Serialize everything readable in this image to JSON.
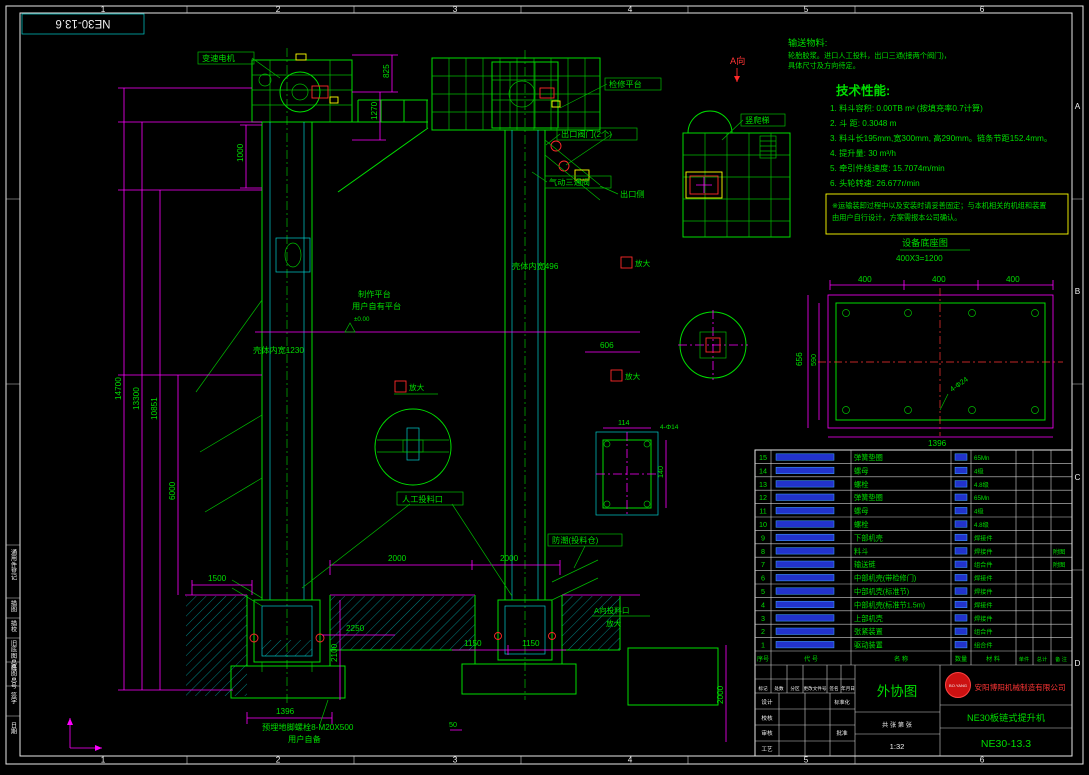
{
  "colors": {
    "bg": "#000000",
    "green": "#00dd00",
    "cyan": "#00cccc",
    "magenta": "#ff00ff",
    "red": "#ff2a2a",
    "yellow": "#ffff00",
    "white": "#f0f0f0",
    "blue_box": "#2233cc"
  },
  "frame": {
    "corner_code": "NE30-13.6",
    "top_numbers": [
      "1",
      "2",
      "3",
      "4",
      "5",
      "6"
    ],
    "bottom_numbers": [
      "1",
      "2",
      "3",
      "4",
      "5",
      "6"
    ],
    "right_letters": [
      "A",
      "B",
      "C",
      "D"
    ],
    "margin_blocks": [
      "通用件登记",
      "描图",
      "描校",
      "旧底图总号",
      "底图总号",
      "签字",
      "日期"
    ]
  },
  "material_note": {
    "title": "输送物料:",
    "line1": "轮胎胶浆。进口人工投料，出口三通(接两个阀门)，",
    "line2": "具体尺寸及方向待定。"
  },
  "specs": {
    "title": "技术性能:",
    "items": [
      "1. 料斗容积:  0.00TB  m³ (按填充率0.7计算)",
      "2. 斗  距:  0.3048  m",
      "3. 料斗长195mm,宽300mm, 高290mm。链条节距152.4mm。",
      "4. 提升量:  30  m³/h",
      "5. 牵引件线速度:  15.7074m/min",
      "6. 头轮转速:  26.677r/min"
    ],
    "note_line1": "※运输装卸过程中以及安装时请妥善固定；与本机相关的机组和装置",
    "note_line2": "由用户自行设计，方案需报本公司确认。"
  },
  "labels": {
    "motor": "变速电机",
    "platform": "检修平台",
    "ladder": "竖爬梯",
    "outlet_valves": "出口阀门(2个)",
    "three_way_valve": "气动三通阀",
    "outlet_side": "出口侧",
    "shell_width_496": "壳体内宽496",
    "work_platform_1": "制作平台",
    "work_platform_2": "用户自有平台",
    "shell_width_1230": "壳体内宽1230",
    "manual_feed": "人工投料口",
    "feed_hopper": "防潮(投料仓)",
    "anchor_bolts_1": "预埋地脚螺栓8-M20X500",
    "anchor_bolts_2": "用户自备",
    "view_a_top": "A向",
    "detail_zoom": "放大",
    "view_a_feed": "A向投料口",
    "base_plan_title": "设备底座图",
    "base_plan_sub": "400X3=1200",
    "hole_note": "4-Φ24",
    "hole_note_small": "4-Φ14"
  },
  "dims": {
    "d14700": "14700",
    "d13300": "13300",
    "d10851": "10851",
    "d6000": "6000",
    "d1000": "1000",
    "d1270": "1270",
    "d825": "825",
    "d1500": "1500",
    "d2000a": "2000",
    "d2000b": "2000",
    "d2250": "2250",
    "d2100": "2100",
    "d1396": "1396",
    "d1150a": "1150",
    "d1150b": "1150",
    "d50": "50",
    "d2000v": "2000",
    "d606": "606",
    "d114": "114",
    "d140": "140",
    "bp400a": "400",
    "bp400b": "400",
    "bp400c": "400",
    "bp656": "656",
    "bp590": "590",
    "bp1396": "1396",
    "level": "±0.00"
  },
  "parts_table": {
    "headers": [
      "序号",
      "代 号",
      "名 称",
      "数量",
      "材 料",
      "单件",
      "总计",
      "备 注"
    ],
    "rows": [
      {
        "seq": "15",
        "name": "弹簧垫圈",
        "material": "65Mn",
        "remark": ""
      },
      {
        "seq": "14",
        "name": "螺母",
        "material": "4级",
        "remark": ""
      },
      {
        "seq": "13",
        "name": "螺栓",
        "material": "4.8级",
        "remark": ""
      },
      {
        "seq": "12",
        "name": "弹簧垫圈",
        "material": "65Mn",
        "remark": ""
      },
      {
        "seq": "11",
        "name": "螺母",
        "material": "4级",
        "remark": ""
      },
      {
        "seq": "10",
        "name": "螺栓",
        "material": "4.8级",
        "remark": ""
      },
      {
        "seq": "9",
        "name": "下部机壳",
        "material": "焊接件",
        "remark": ""
      },
      {
        "seq": "8",
        "name": "料斗",
        "material": "焊接件",
        "remark": "附图"
      },
      {
        "seq": "7",
        "name": "输送链",
        "material": "组合件",
        "remark": "附图"
      },
      {
        "seq": "6",
        "name": "中部机壳(带检修门)",
        "material": "焊接件",
        "remark": ""
      },
      {
        "seq": "5",
        "name": "中部机壳(标准节)",
        "material": "焊接件",
        "remark": ""
      },
      {
        "seq": "4",
        "name": "中部机壳(标准节1.5m)",
        "material": "焊接件",
        "remark": ""
      },
      {
        "seq": "3",
        "name": "上部机壳",
        "material": "焊接件",
        "remark": ""
      },
      {
        "seq": "2",
        "name": "张紧装置",
        "material": "组合件",
        "remark": ""
      },
      {
        "seq": "1",
        "name": "驱动装置",
        "material": "组合件",
        "remark": ""
      }
    ]
  },
  "title_block": {
    "doc_type": "外协图",
    "logo": "BO.YANG",
    "company": "安阳博阳机械制造有限公司",
    "product": "NE30板链式提升机",
    "drawing_no": "NE30-13.3",
    "rev_headers": [
      "标记",
      "处数",
      "分区",
      "更改文件号",
      "签名",
      "年月日"
    ],
    "sign_labels": [
      "设计",
      "校核",
      "审核",
      "工艺"
    ],
    "sign_labels2": [
      "标准化",
      "批准"
    ],
    "sheet_info": "共 张 第 张",
    "scale_value": "1:32"
  }
}
